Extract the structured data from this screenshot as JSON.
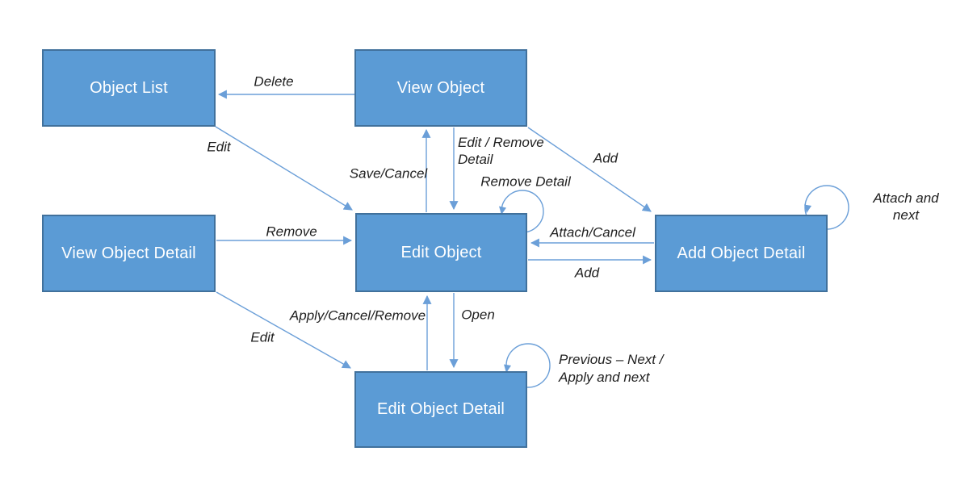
{
  "diagram_type": "state-transition-diagram",
  "colors": {
    "node_fill": "#5b9bd5",
    "node_border": "#41719c",
    "node_text": "#ffffff",
    "connector": "#6b9fd8",
    "label_text": "#1f1f1f",
    "background": "#ffffff"
  },
  "nodes": [
    {
      "id": "object-list",
      "label": "Object List"
    },
    {
      "id": "view-object",
      "label": "View Object"
    },
    {
      "id": "view-object-detail",
      "label": "View Object Detail"
    },
    {
      "id": "edit-object",
      "label": "Edit Object"
    },
    {
      "id": "add-object-detail",
      "label": "Add Object Detail"
    },
    {
      "id": "edit-object-detail",
      "label": "Edit Object Detail"
    }
  ],
  "edges": [
    {
      "from": "View Object",
      "to": "Object List",
      "label": "Delete"
    },
    {
      "from": "Object List",
      "to": "Edit Object",
      "label": "Edit"
    },
    {
      "from": "Edit Object",
      "to": "View Object",
      "label": "Save/Cancel"
    },
    {
      "from": "View Object",
      "to": "Edit Object",
      "label": "Edit / Remove\nDetail"
    },
    {
      "from": "View Object",
      "to": "Add Object Detail",
      "label": "Add"
    },
    {
      "from": "Edit Object",
      "to": "Edit Object",
      "label": "Remove Detail"
    },
    {
      "from": "Add Object Detail",
      "to": "Edit Object",
      "label": "Attach/Cancel"
    },
    {
      "from": "Edit Object",
      "to": "Add Object Detail",
      "label": "Add"
    },
    {
      "from": "Add Object Detail",
      "to": "Add Object Detail",
      "label": "Attach and next"
    },
    {
      "from": "View Object Detail",
      "to": "Edit Object",
      "label": "Remove"
    },
    {
      "from": "Edit Object Detail",
      "to": "Edit Object",
      "label": "Apply/Cancel/Remove"
    },
    {
      "from": "Edit Object",
      "to": "Edit Object Detail",
      "label": "Open"
    },
    {
      "from": "View Object Detail",
      "to": "Edit Object Detail",
      "label": "Edit"
    },
    {
      "from": "Edit Object Detail",
      "to": "Edit Object Detail",
      "label": "Previous – Next  /\nApply and next"
    }
  ]
}
